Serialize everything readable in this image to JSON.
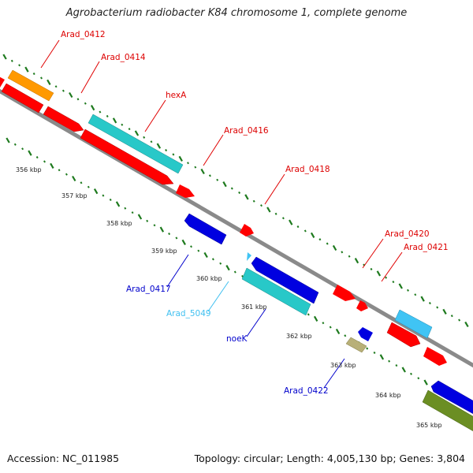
{
  "title": "Agrobacterium radiobacter K84 chromosome 1, complete genome",
  "footer": {
    "accession": "Accession: NC_011985",
    "info": "Topology: circular; Length: 4,005,130 bp; Genes: 3,804"
  },
  "colors": {
    "backbone": "#8c8c8c",
    "tick": "#1e7a1e",
    "red": "#ff0000",
    "blue": "#0000e0",
    "cyan": "#28c8c8",
    "lightblue": "#40b8f0",
    "orange": "#ff9900",
    "olive": "#b0a870",
    "darkgreen": "#6b8e23"
  },
  "scale_labels": [
    "356 kbp",
    "357 kbp",
    "358 kbp",
    "359 kbp",
    "360 kbp",
    "361 kbp",
    "362 kbp",
    "363 kbp",
    "364 kbp",
    "365 kbp"
  ],
  "gene_labels": {
    "arad_0412": "Arad_0412",
    "arad_0414": "Arad_0414",
    "hexA": "hexA",
    "arad_0416": "Arad_0416",
    "arad_0418": "Arad_0418",
    "arad_0420": "Arad_0420",
    "arad_0421": "Arad_0421",
    "arad_0417": "Arad_0417",
    "arad_5049": "Arad_5049",
    "noeK": "noeK",
    "arad_0422": "Arad_0422"
  }
}
